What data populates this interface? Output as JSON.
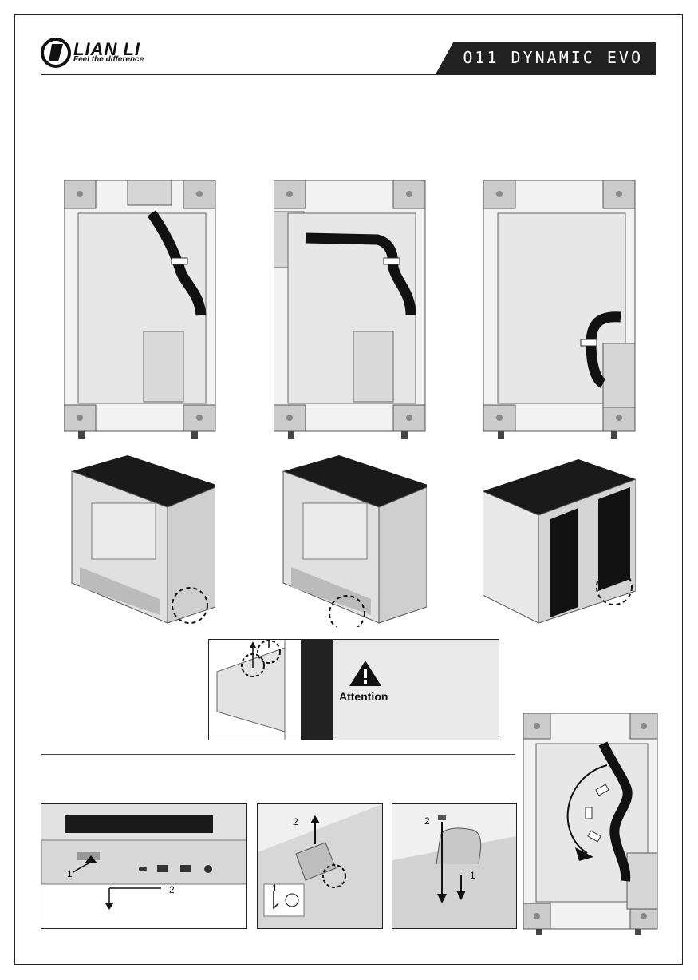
{
  "header": {
    "brand": "LIAN LI",
    "tagline": "Feel the difference",
    "model": "O11 DYNAMIC EVO"
  },
  "attention": {
    "label": "Attention"
  },
  "steps": {
    "step_a": {
      "n1": "1",
      "n2": "2"
    },
    "step_b": {
      "n1": "1",
      "n2": "2"
    },
    "step_c": {
      "n1": "1",
      "n2": "2"
    }
  },
  "colors": {
    "frame": "#222222",
    "panel_fill": "#e9e9e9",
    "mesh": "#1a1a1a",
    "metal": "#cfcfcf"
  }
}
